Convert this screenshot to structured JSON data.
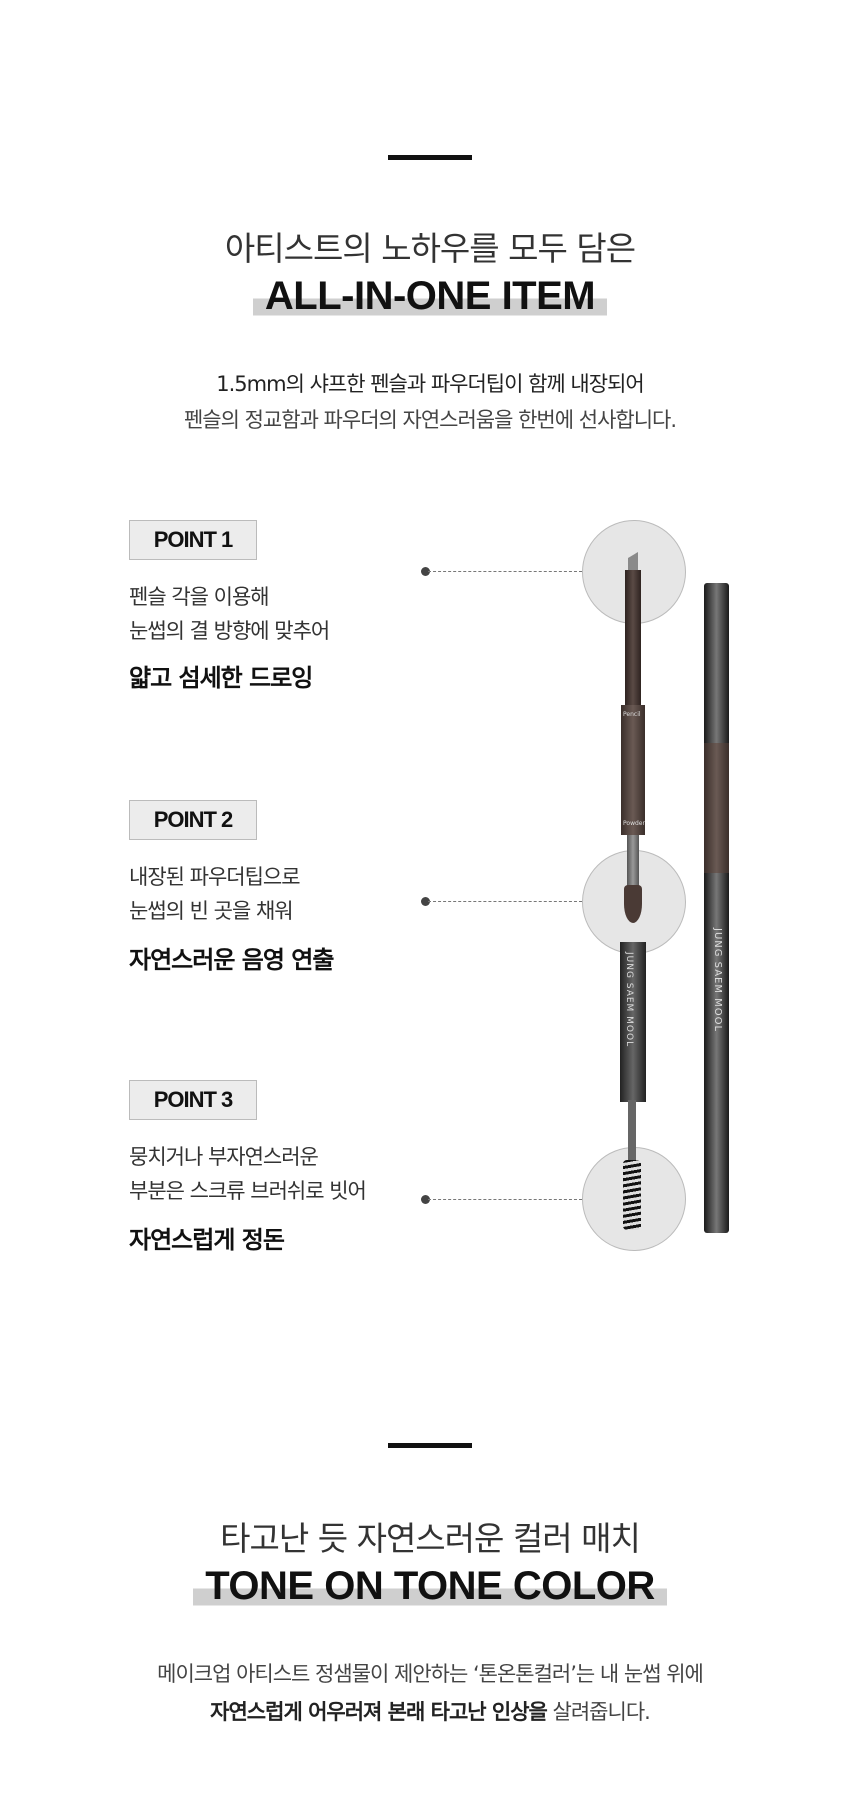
{
  "section1": {
    "title": "아티스트의 노하우를 모두 담은",
    "headline": "ALL-IN-ONE ITEM",
    "desc_line1": "1.5mm의 샤프한 펜슬과 파우더팁이 함께 내장되어",
    "desc_line2": "펜슬의 정교함과 파우더의 자연스러움을 한번에 선사합니다."
  },
  "points": [
    {
      "label": "POINT 1",
      "line1": "펜슬 각을 이용해",
      "line2": "눈썹의 결 방향에 맞추어",
      "bold": "얇고 섬세한 드로잉"
    },
    {
      "label": "POINT 2",
      "line1": "내장된 파우더팁으로",
      "line2": "눈썹의 빈 곳을 채워",
      "bold": "자연스러운 음영 연출"
    },
    {
      "label": "POINT 3",
      "line1": "뭉치거나 부자연스러운",
      "line2": "부분은 스크류 브러쉬로 빗어",
      "bold": "자연스럽게 정돈"
    }
  ],
  "product": {
    "pencil_label": "Pencil",
    "powder_label": "Powder",
    "brand": "JUNG SAEM MOOL"
  },
  "section2": {
    "title": "타고난 듯 자연스러운 컬러 매치",
    "headline": "TONE ON TONE COLOR",
    "desc_line1": "메이크업 아티스트 정샘물이 제안하는 ‘톤온톤컬러’는 내 눈썹 위에",
    "desc_line2_bold": "자연스럽게 어우러져 본래 타고난 인상을",
    "desc_line2_rest": " 살려줍니다."
  }
}
